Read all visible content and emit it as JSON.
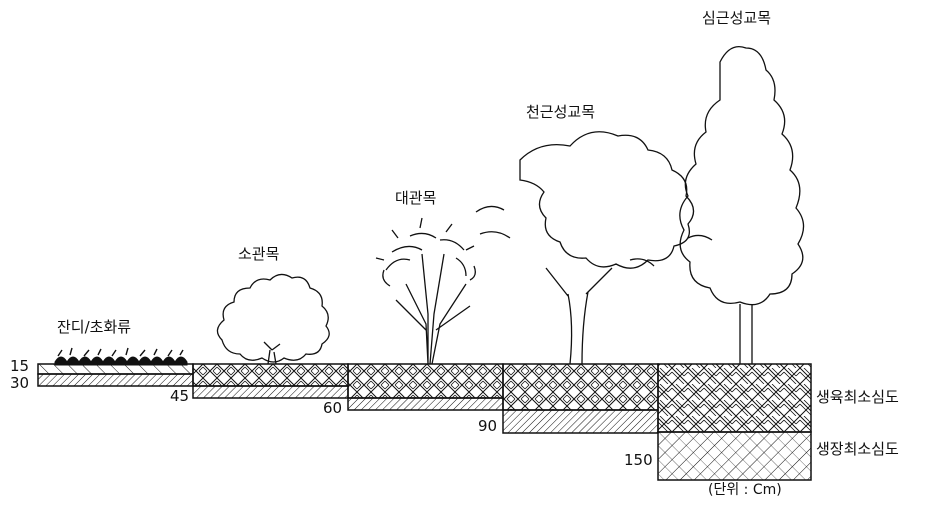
{
  "labels": {
    "grass": "잔디/초화류",
    "small_shrub": "소관목",
    "large_shrub": "대관목",
    "shallow_tree": "천근성교목",
    "deep_tree": "심근성교목",
    "growth_min_depth": "생육최소심도",
    "survival_min_depth": "생장최소심도",
    "unit": "(단위 : Cm)"
  },
  "depths": {
    "d15": "15",
    "d30": "30",
    "d45": "45",
    "d60": "60",
    "d90": "90",
    "d150": "150"
  },
  "colors": {
    "line": "#111111",
    "background": "#ffffff"
  }
}
